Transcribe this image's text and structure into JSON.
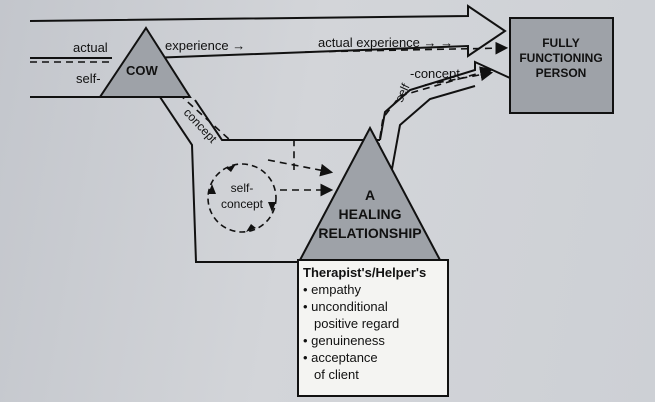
{
  "diagram": {
    "labels": {
      "actual": "actual",
      "self_left": "self-",
      "cow": "COW",
      "experience_arrow": "experience →",
      "actual_experience": "actual experience → →",
      "fully_line1": "FULLY",
      "fully_line2": "FUNCTIONING",
      "fully_line3": "PERSON",
      "self_vertical": "self",
      "concept_right": "-concept",
      "concept_diagonal": "concept",
      "self_concept_line1": "self-",
      "self_concept_line2": "concept",
      "healing_line1": "A",
      "healing_line2": "HEALING",
      "healing_line3": "RELATIONSHIP",
      "therapist_title": "Therapist's/Helper's"
    },
    "qualities": [
      "• empathy",
      "• unconditional",
      "  positive regard",
      "• genuineness",
      "• acceptance",
      "  of client"
    ],
    "colors": {
      "fill_gray": "#9ea2a8",
      "ink": "#111111"
    }
  }
}
